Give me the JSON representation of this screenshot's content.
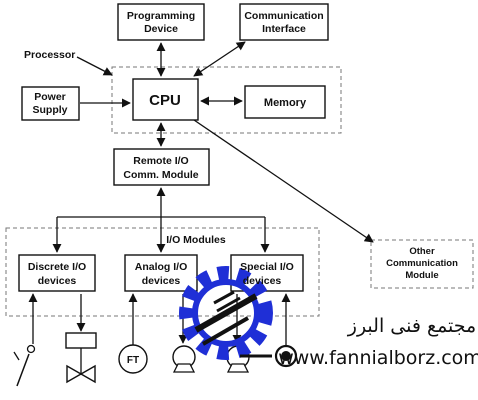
{
  "diagram": {
    "processor_label": "Processor",
    "programming_device": [
      "Programming",
      "Device"
    ],
    "communication_interface": [
      "Communication",
      "Interface"
    ],
    "cpu": "CPU",
    "power_supply": [
      "Power",
      "Supply"
    ],
    "memory": "Memory",
    "remote_io": [
      "Remote I/O",
      "Comm. Module"
    ],
    "io_modules_label": "I/O Modules",
    "discrete_io": [
      "Discrete I/O",
      "devices"
    ],
    "analog_io": [
      "Analog I/O",
      "devices"
    ],
    "special_io": [
      "Special I/O",
      "devices"
    ],
    "other_comm": [
      "Other",
      "Communication",
      "Module"
    ],
    "ft_label": "FT"
  },
  "watermark": {
    "arabic": "مجتمع فنی البرز",
    "url": "www.fannialborz.com",
    "logo_color": "#1f2fd6"
  }
}
